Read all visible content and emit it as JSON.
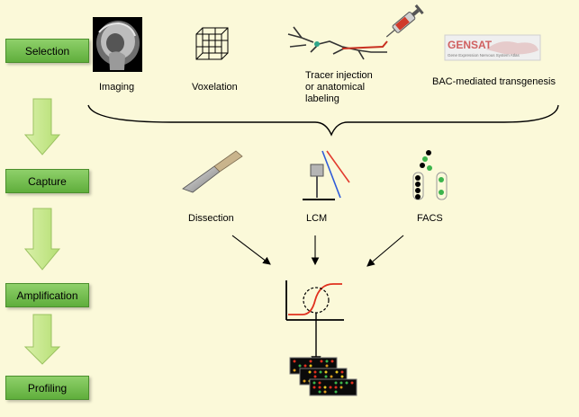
{
  "steps": [
    "Selection",
    "Capture",
    "Amplification",
    "Profiling"
  ],
  "selection_methods": {
    "imaging": "Imaging",
    "voxelation": "Voxelation",
    "tracer_line1": "Tracer injection",
    "tracer_line2": "or anatomical",
    "tracer_line3": "labeling",
    "bac": "BAC-mediated transgenesis",
    "gensat_logo": "GENSAT",
    "gensat_sub": "Gene Expression Nervous System Atlas"
  },
  "capture_methods": {
    "dissection": "Dissection",
    "lcm": "LCM",
    "facs": "FACS"
  },
  "colors": {
    "step_fill": "#6cbd45",
    "background": "#fbf9d9",
    "curve_red": "#e0301e",
    "laser_red": "#e23b2e",
    "laser_blue": "#2f5bd8",
    "cell_green": "#3cb44b"
  },
  "icons": [
    "mri-brain-icon",
    "voxel-cubes-icon",
    "neuron-syringe-icon",
    "gensat-logo",
    "scalpel-icon",
    "lcm-microscope-icon",
    "facs-sorter-icon",
    "amplification-curve-icon",
    "microarray-icon"
  ]
}
